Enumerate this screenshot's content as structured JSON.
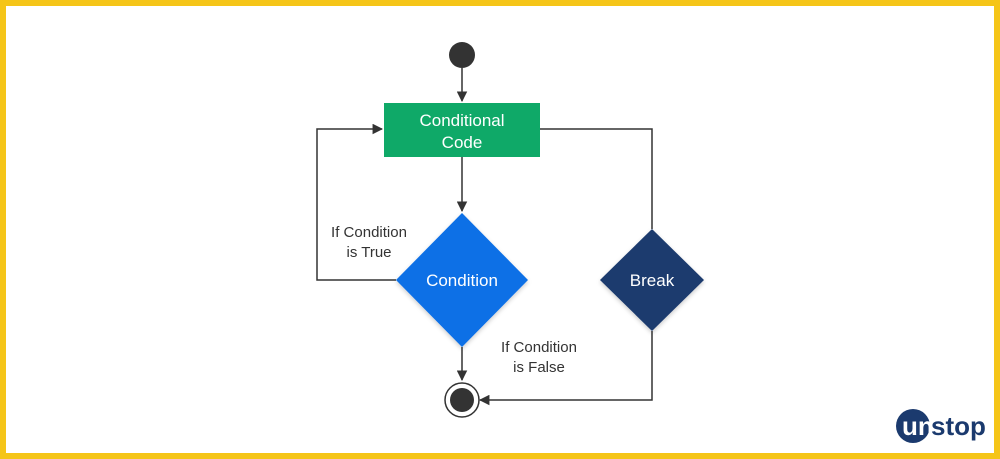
{
  "diagram": {
    "nodes": {
      "conditional_code": {
        "line1": "Conditional",
        "line2": "Code",
        "color": "#0fa968"
      },
      "condition": {
        "label": "Condition",
        "color": "#0b6fe6"
      },
      "break": {
        "label": "Break",
        "color": "#1b3a6e"
      }
    },
    "edge_labels": {
      "true_line1": "If Condition",
      "true_line2": "is True",
      "false_line1": "If Condition",
      "false_line2": "is False"
    },
    "line_color": "#333333"
  },
  "brand": {
    "logo_text": "unstop",
    "logo_color": "#1b3a6e",
    "frame_color": "#f5c518"
  }
}
